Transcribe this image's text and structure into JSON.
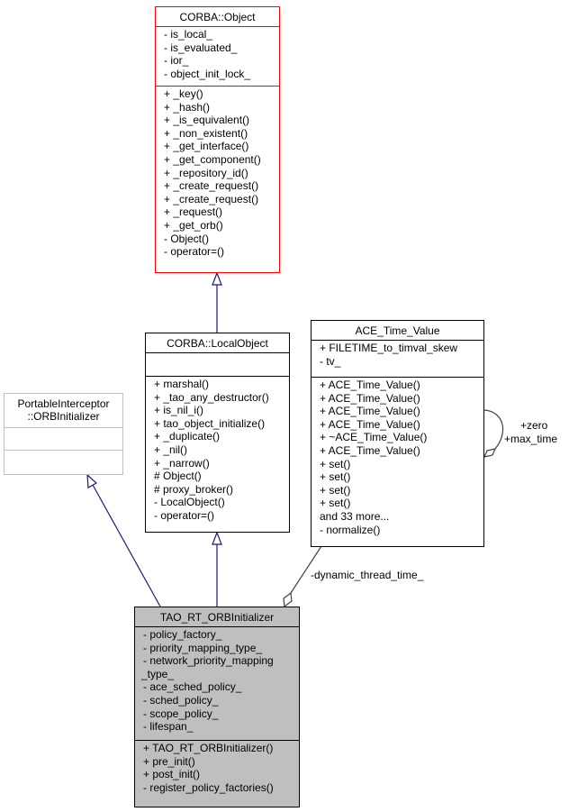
{
  "diagram": {
    "type": "UML class collaboration diagram",
    "colors": {
      "focus_fill": "#bfbfbf",
      "root_border": "#ff0000",
      "undocumented_border": "#bfbfbf",
      "inheritance_edge": "#191970",
      "usage_edge": "#404040"
    }
  },
  "classes": {
    "corba_object": {
      "name": "CORBA::Object",
      "attributes": [
        "- is_local_",
        "- is_evaluated_",
        "- ior_",
        "- object_init_lock_"
      ],
      "methods": [
        "+ _key()",
        "+ _hash()",
        "+ _is_equivalent()",
        "+ _non_existent()",
        "+ _get_interface()",
        "+ _get_component()",
        "+ _repository_id()",
        "+ _create_request()",
        "+ _create_request()",
        "+ _request()",
        "+ _get_orb()",
        "- Object()",
        "- operator=()"
      ]
    },
    "local_object": {
      "name": "CORBA::LocalObject",
      "attributes": [],
      "methods": [
        "+ marshal()",
        "+ _tao_any_destructor()",
        "+ is_nil_i()",
        "+ tao_object_initialize()",
        "+ _duplicate()",
        "+ _nil()",
        "+ _narrow()",
        "# Object()",
        "# proxy_broker()",
        "- LocalObject()",
        "- operator=()"
      ]
    },
    "orb_initializer": {
      "name_line1": "PortableInterceptor",
      "name_line2": "::ORBInitializer",
      "attributes": [],
      "methods": []
    },
    "ace_time_value": {
      "name": "ACE_Time_Value",
      "attributes": [
        "+ FILETIME_to_timval_skew",
        "- tv_"
      ],
      "methods": [
        "+ ACE_Time_Value()",
        "+ ACE_Time_Value()",
        "+ ACE_Time_Value()",
        "+ ACE_Time_Value()",
        "+ ~ACE_Time_Value()",
        "+ ACE_Time_Value()",
        "+ set()",
        "+ set()",
        "+ set()",
        "+ set()",
        "and 33 more...",
        "- normalize()"
      ]
    },
    "tao_rt_orbinitializer": {
      "name": "TAO_RT_ORBInitializer",
      "attributes": [
        "- policy_factory_",
        "- priority_mapping_type_",
        "- network_priority_mapping",
        "_type_",
        "- ace_sched_policy_",
        "- sched_policy_",
        "- scope_policy_",
        "- lifespan_"
      ],
      "methods": [
        "+ TAO_RT_ORBInitializer()",
        "+ pre_init()",
        "+ post_init()",
        "- register_policy_factories()"
      ]
    }
  },
  "edges": {
    "self_assoc_label_1": "+zero",
    "self_assoc_label_2": "+max_time",
    "usage_label": "-dynamic_thread_time_"
  }
}
